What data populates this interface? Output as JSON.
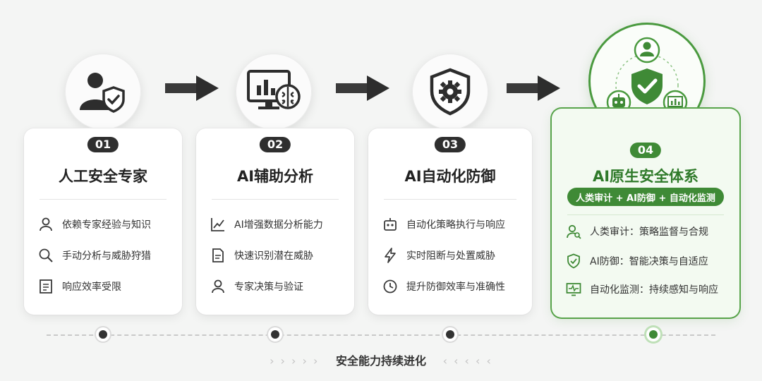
{
  "stages": [
    {
      "num": "01",
      "title": "人工安全专家",
      "items": [
        {
          "icon": "user-icon",
          "text": "依赖专家经验与知识"
        },
        {
          "icon": "search-icon",
          "text": "手动分析与威胁狩猎"
        },
        {
          "icon": "document-icon",
          "text": "响应效率受限"
        }
      ]
    },
    {
      "num": "02",
      "title": "AI辅助分析",
      "items": [
        {
          "icon": "trend-chart-icon",
          "text": "AI增强数据分析能力"
        },
        {
          "icon": "file-icon",
          "text": "快速识别潜在威胁"
        },
        {
          "icon": "user-icon",
          "text": "专家决策与验证"
        }
      ]
    },
    {
      "num": "03",
      "title": "AI自动化防御",
      "items": [
        {
          "icon": "robot-icon",
          "text": "自动化策略执行与响应"
        },
        {
          "icon": "lightning-icon",
          "text": "实时阻断与处置威胁"
        },
        {
          "icon": "clock-icon",
          "text": "提升防御效率与准确性"
        }
      ]
    },
    {
      "num": "04",
      "title": "AI原生安全体系",
      "tagline": "人类审计 + AI防御 + 自动化监测",
      "items": [
        {
          "icon": "user-search-icon",
          "text": "人类审计：策略监督与合规"
        },
        {
          "icon": "shield-check-icon",
          "text": "AI防御：智能决策与自适应"
        },
        {
          "icon": "monitor-pulse-icon",
          "text": "自动化监测：持续感知与响应"
        }
      ]
    }
  ],
  "footer": {
    "text": "安全能力持续进化",
    "left_chevrons": "› › › › ›",
    "right_chevrons": "‹ ‹ ‹ ‹ ‹"
  },
  "colors": {
    "accent": "#3f8a36",
    "dark": "#2f2f2f",
    "background": "#f4f5f4"
  }
}
